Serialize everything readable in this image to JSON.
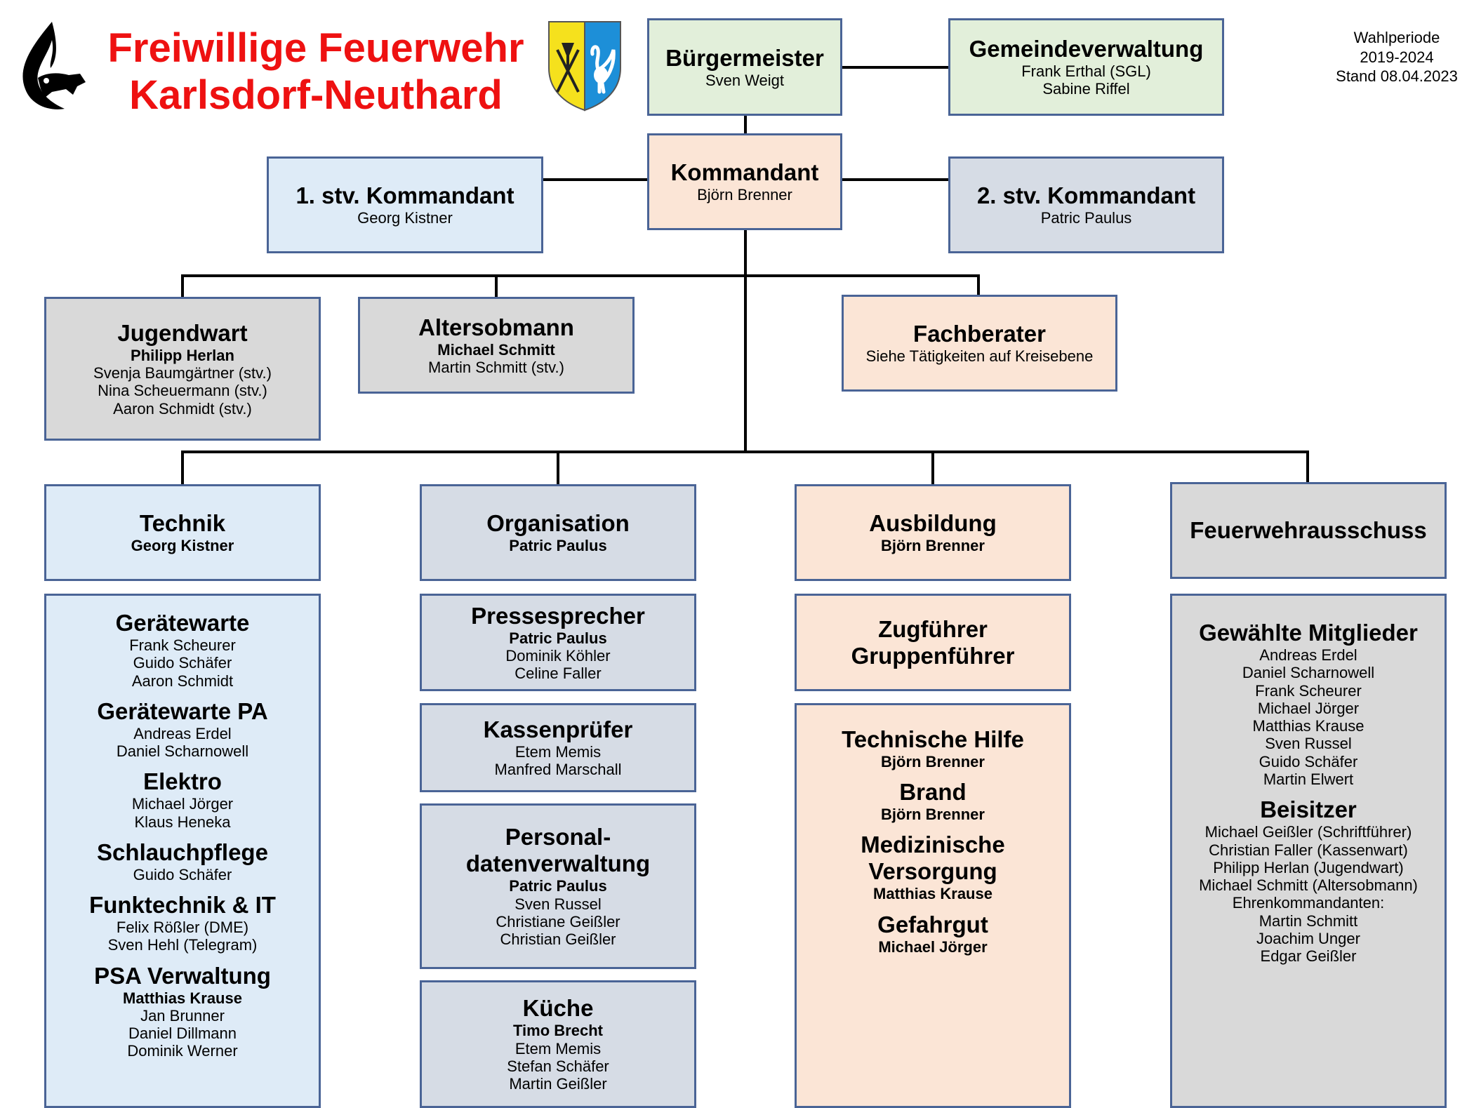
{
  "header": {
    "title_line1": "Freiwillige Feuerwehr",
    "title_line2": "Karlsdorf-Neuthard",
    "logo_icon": "fire-department-flame-lion-logo",
    "crest_icon": "municipal-coat-of-arms",
    "period_label": "Wahlperiode",
    "period_years": "2019-2024",
    "status_date": "Stand 08.04.2023"
  },
  "colors": {
    "title_red": "#ee1111",
    "border_blue": "#4a6496",
    "green": "#e2efda",
    "peach": "#fbe5d6",
    "light_blue": "#deebf7",
    "slate": "#d6dce5",
    "gray": "#d9d9d9",
    "crest_yellow": "#f5e11d",
    "crest_blue": "#1d8fd8"
  },
  "top": {
    "buergermeister": {
      "title": "Bürgermeister",
      "name": "Sven Weigt"
    },
    "gemeindeverwaltung": {
      "title": "Gemeindeverwaltung",
      "names": [
        "Frank Erthal (SGL)",
        "Sabine Riffel"
      ]
    },
    "kommandant": {
      "title": "Kommandant",
      "name": "Björn Brenner"
    },
    "stv1": {
      "title": "1. stv. Kommandant",
      "name": "Georg Kistner"
    },
    "stv2": {
      "title": "2. stv. Kommandant",
      "name": "Patric Paulus"
    }
  },
  "middle": {
    "jugendwart": {
      "title": "Jugendwart",
      "lead": "Philipp Herlan",
      "names": [
        "Svenja Baumgärtner (stv.)",
        "Nina Scheuermann (stv.)",
        "Aaron Schmidt (stv.)"
      ]
    },
    "altersobmann": {
      "title": "Altersobmann",
      "lead": "Michael Schmitt",
      "names": [
        "Martin Schmitt (stv.)"
      ]
    },
    "fachberater": {
      "title": "Fachberater",
      "note": "Siehe Tätigkeiten auf Kreisebene"
    }
  },
  "columns": {
    "technik": {
      "title": "Technik",
      "lead": "Georg Kistner",
      "sections": [
        {
          "title": "Gerätewarte",
          "lead": "",
          "names": [
            "Frank Scheurer",
            "Guido Schäfer",
            "Aaron Schmidt"
          ]
        },
        {
          "title": "Gerätewarte PA",
          "lead": "",
          "names": [
            "Andreas Erdel",
            "Daniel Scharnowell"
          ]
        },
        {
          "title": "Elektro",
          "lead": "",
          "names": [
            "Michael Jörger",
            "Klaus Heneka"
          ]
        },
        {
          "title": "Schlauchpflege",
          "lead": "",
          "names": [
            "Guido Schäfer"
          ]
        },
        {
          "title": "Funktechnik & IT",
          "lead": "",
          "names": [
            "Felix Rößler (DME)",
            "Sven Hehl (Telegram)"
          ]
        },
        {
          "title": "PSA Verwaltung",
          "lead": "Matthias Krause",
          "names": [
            "Jan Brunner",
            "Daniel Dillmann",
            "Dominik Werner"
          ]
        }
      ]
    },
    "organisation": {
      "title": "Organisation",
      "lead": "Patric Paulus",
      "boxes": [
        {
          "title": "Pressesprecher",
          "lead": "Patric Paulus",
          "names": [
            "Dominik Köhler",
            "Celine Faller"
          ]
        },
        {
          "title": "Kassenprüfer",
          "lead": "",
          "names": [
            "Etem Memis",
            "Manfred Marschall"
          ]
        },
        {
          "title_line1": "Personal-",
          "title_line2": "datenverwaltung",
          "lead": "Patric Paulus",
          "names": [
            "Sven Russel",
            "Christiane Geißler",
            "Christian Geißler"
          ]
        },
        {
          "title": "Küche",
          "lead": "Timo Brecht",
          "names": [
            "Etem Memis",
            "Stefan Schäfer",
            "Martin Geißler"
          ]
        }
      ]
    },
    "ausbildung": {
      "title": "Ausbildung",
      "lead": "Björn Brenner",
      "zug": {
        "line1": "Zugführer",
        "line2": "Gruppenführer"
      },
      "sections": [
        {
          "title": "Technische Hilfe",
          "lead": "Björn Brenner"
        },
        {
          "title": "Brand",
          "lead": "Björn Brenner"
        },
        {
          "title_line1": "Medizinische",
          "title_line2": "Versorgung",
          "lead": "Matthias Krause"
        },
        {
          "title": "Gefahrgut",
          "lead": "Michael Jörger"
        }
      ]
    },
    "ausschuss": {
      "title": "Feuerwehrausschuss",
      "gewaehlt_title": "Gewählte Mitglieder",
      "gewaehlt": [
        "Andreas Erdel",
        "Daniel Scharnowell",
        "Frank Scheurer",
        "Michael Jörger",
        "Matthias Krause",
        "Sven Russel",
        "Guido Schäfer",
        "Martin Elwert"
      ],
      "beisitzer_title": "Beisitzer",
      "beisitzer": [
        "Michael Geißler (Schriftführer)",
        "Christian Faller (Kassenwart)",
        "Philipp Herlan (Jugendwart)",
        "Michael Schmitt (Altersobmann)",
        "Ehrenkommandanten:",
        "Martin Schmitt",
        "Joachim Unger",
        "Edgar Geißler"
      ]
    }
  }
}
